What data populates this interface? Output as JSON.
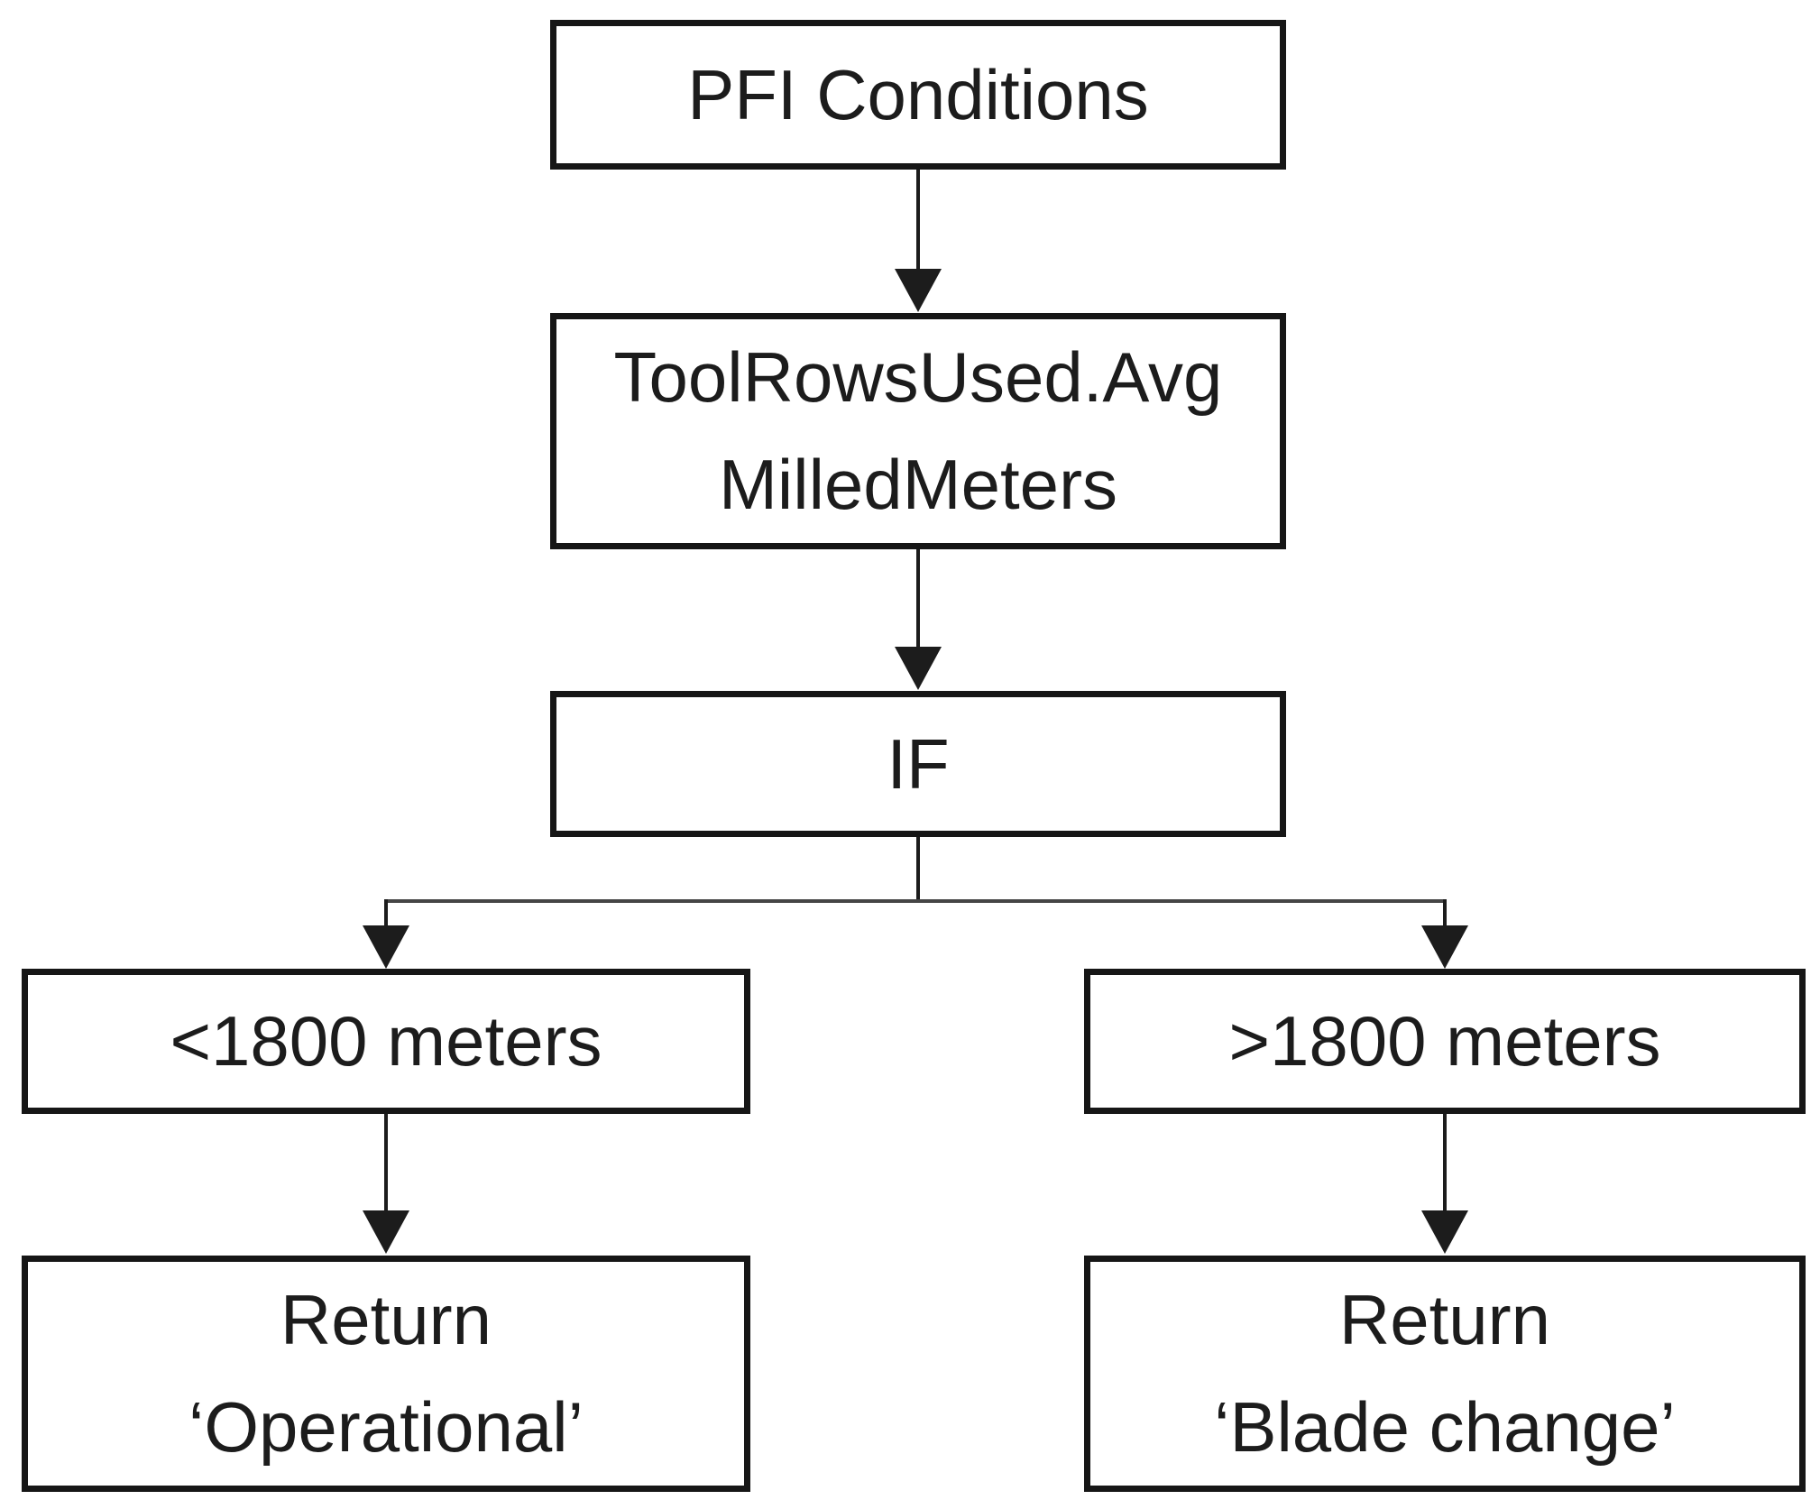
{
  "diagram": {
    "type": "flowchart",
    "colors": {
      "background": "#ffffff",
      "node_fill": "#ffffff",
      "node_border": "#161616",
      "text": "#1c1c1c",
      "connector": "#454545"
    },
    "nodes": {
      "root": {
        "label": "PFI Conditions"
      },
      "metric": {
        "label": "ToolRowsUsed.Avg\nMilledMeters"
      },
      "condition": {
        "label": "IF"
      },
      "branch_left": {
        "label": "<1800 meters"
      },
      "branch_right": {
        "label": ">1800 meters"
      },
      "result_left": {
        "label": "Return\n‘Operational’"
      },
      "result_right": {
        "label": "Return\n‘Blade change’"
      }
    },
    "edges": [
      {
        "from": "root",
        "to": "metric"
      },
      {
        "from": "metric",
        "to": "condition"
      },
      {
        "from": "condition",
        "to": "branch_left"
      },
      {
        "from": "condition",
        "to": "branch_right"
      },
      {
        "from": "branch_left",
        "to": "result_left"
      },
      {
        "from": "branch_right",
        "to": "result_right"
      }
    ]
  }
}
